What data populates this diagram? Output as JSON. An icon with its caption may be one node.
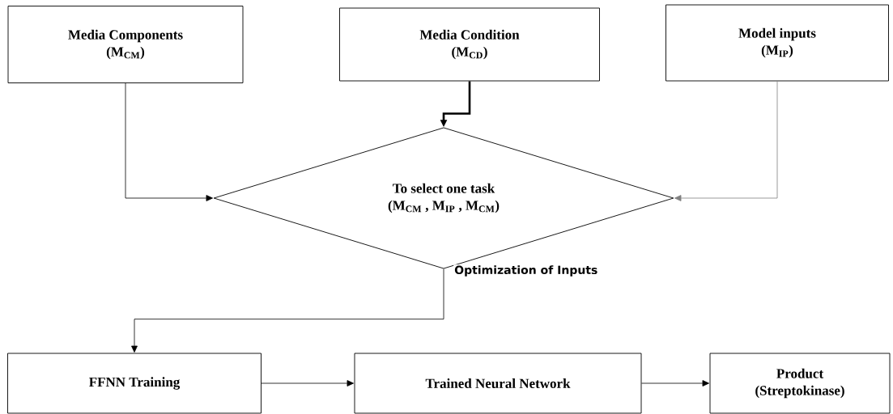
{
  "diagram": {
    "nodes": [
      {
        "text": [
          "Media Components",
          "(M$_{CM}$)"
        ]
      },
      {
        "text": [
          "Media Condition",
          "(M$_{CD}$)"
        ]
      },
      {
        "text": [
          "Model inputs",
          "(M$_{IP}$)"
        ]
      },
      {
        "text": [
          "To select one task",
          "(M$_{CM}$ , M$_{IP}$ , M$_{CM}$)"
        ]
      },
      {
        "text": [
          "FFNN Training"
        ]
      },
      {
        "text": [
          "Trained Neural Network"
        ]
      },
      {
        "text": [
          "Product",
          "(Streptokinase)"
        ]
      }
    ],
    "edges": [
      {
        "from": 0,
        "to": 3,
        "arrow": "to"
      },
      {
        "from": 1,
        "to": 3,
        "arrow": "to",
        "style": "thick"
      },
      {
        "from": 2,
        "to": 3,
        "arrow": "to",
        "color": "#808080"
      },
      {
        "from": 3,
        "to": 4,
        "arrow": "to",
        "label": "Optimization of Inputs"
      },
      {
        "from": 4,
        "to": 5,
        "arrow": "to"
      },
      {
        "from": 5,
        "to": 6,
        "arrow": "to"
      }
    ]
  }
}
